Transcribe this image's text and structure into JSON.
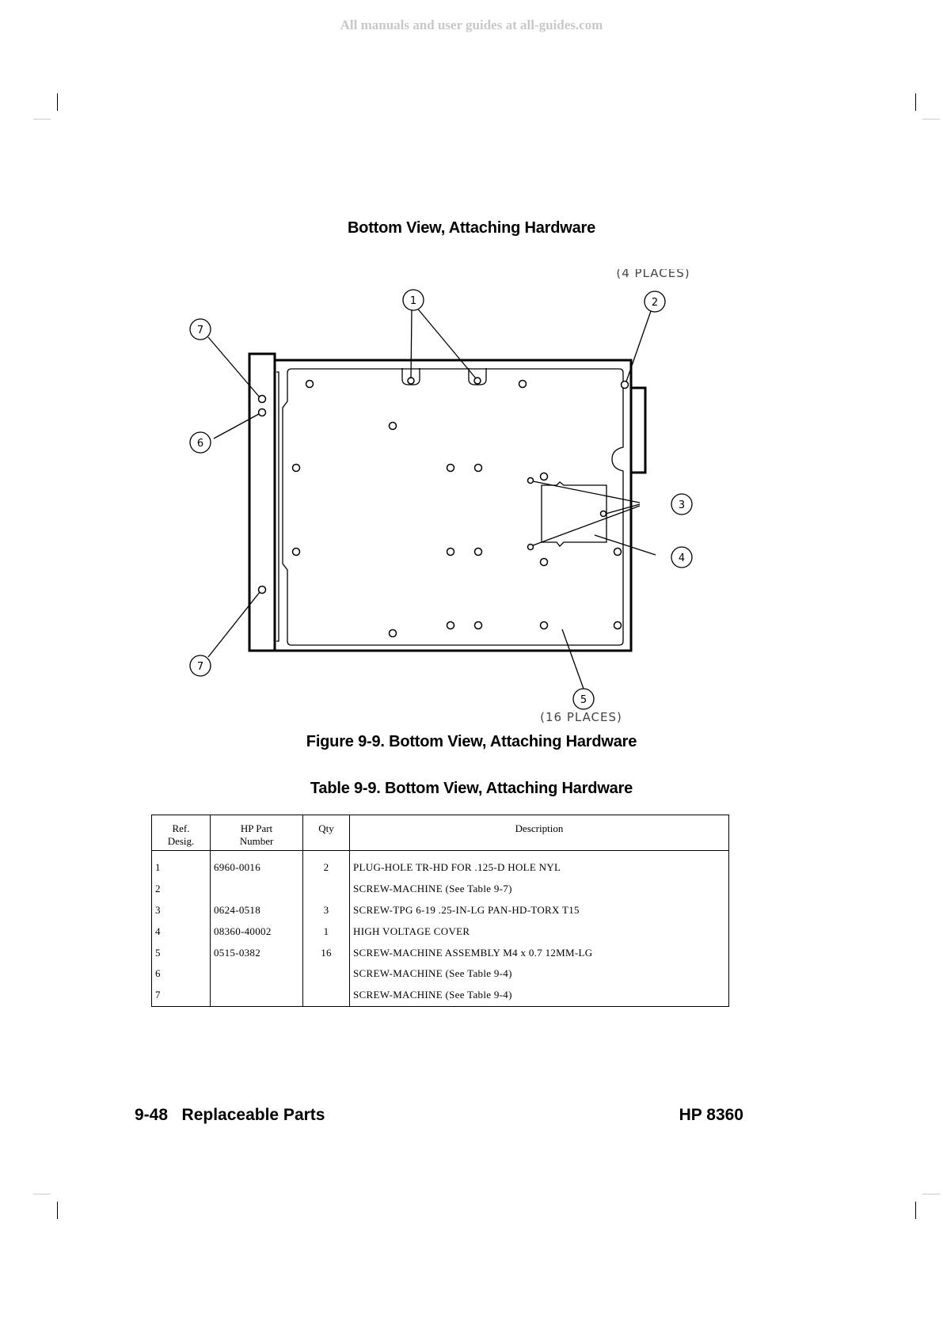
{
  "watermark": "All manuals and user guides at all-guides.com",
  "section_title": "Bottom View, Attaching Hardware",
  "figure": {
    "callouts": [
      "1",
      "2",
      "3",
      "4",
      "5",
      "6",
      "7",
      "7"
    ],
    "note_top": "(4 PLACES)",
    "note_bottom": "(16 PLACES)",
    "caption": "Figure 9-9. Bottom View, Attaching Hardware"
  },
  "table": {
    "caption": "Table 9-9. Bottom View, Attaching Hardware",
    "headers": {
      "ref_line1": "Ref.",
      "ref_line2": "Desig.",
      "pn_line1": "HP Part",
      "pn_line2": "Number",
      "qty": "Qty",
      "desc": "Description"
    },
    "rows": [
      {
        "ref": "1",
        "pn": "6960-0016",
        "qty": "2",
        "desc": "PLUG-HOLE TR-HD FOR .125-D HOLE NYL"
      },
      {
        "ref": "2",
        "pn": "",
        "qty": "",
        "desc": "SCREW-MACHINE (See Table 9-7)"
      },
      {
        "ref": "3",
        "pn": "0624-0518",
        "qty": "3",
        "desc": "SCREW-TPG 6-19 .25-IN-LG PAN-HD-TORX T15"
      },
      {
        "ref": "4",
        "pn": "08360-40002",
        "qty": "1",
        "desc": "HIGH VOLTAGE COVER"
      },
      {
        "ref": "5",
        "pn": "0515-0382",
        "qty": "16",
        "desc": "SCREW-MACHINE ASSEMBLY M4 x 0.7 12MM-LG"
      },
      {
        "ref": "6",
        "pn": "",
        "qty": "",
        "desc": "SCREW-MACHINE (See Table 9-4)"
      },
      {
        "ref": "7",
        "pn": "",
        "qty": "",
        "desc": "SCREW-MACHINE (See Table 9-4)"
      }
    ]
  },
  "footer": {
    "left": "9-48   Replaceable Parts",
    "right": "HP 8360"
  }
}
